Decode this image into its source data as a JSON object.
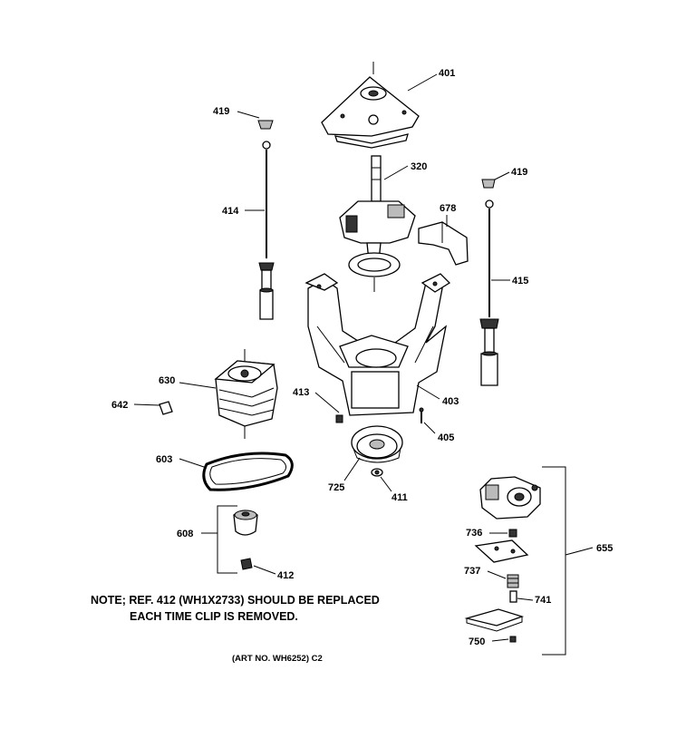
{
  "parts": {
    "p401": "401",
    "p419a": "419",
    "p320": "320",
    "p419b": "419",
    "p414": "414",
    "p678": "678",
    "p415": "415",
    "p630": "630",
    "p642": "642",
    "p413": "413",
    "p403": "403",
    "p405": "405",
    "p603": "603",
    "p725": "725",
    "p411": "411",
    "p655": "655",
    "p736": "736",
    "p608": "608",
    "p737": "737",
    "p741": "741",
    "p412": "412",
    "p750": "750"
  },
  "note": {
    "line1": "NOTE; REF. 412 (WH1X2733) SHOULD BE REPLACED",
    "line2": "EACH TIME CLIP IS REMOVED."
  },
  "art_number": "(ART NO. WH6252) C2"
}
